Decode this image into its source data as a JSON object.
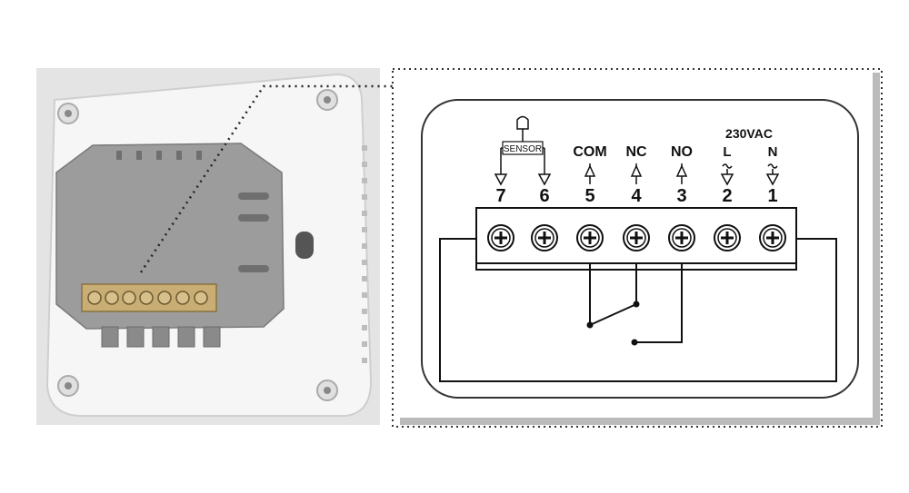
{
  "terminals": [
    {
      "number": "7",
      "label": ""
    },
    {
      "number": "6",
      "label": ""
    },
    {
      "number": "5",
      "label": "COM"
    },
    {
      "number": "4",
      "label": "NC"
    },
    {
      "number": "3",
      "label": "NO"
    },
    {
      "number": "2",
      "label": "L"
    },
    {
      "number": "1",
      "label": "N"
    }
  ],
  "sensor_label": "SENSOR",
  "supply_label": "230VAC",
  "colors": {
    "photo_bg": "#e6e6e6",
    "housing": "#f2f2f2",
    "module": "#9a9a9a",
    "terminal_block": "#c8ad74",
    "line": "#111111"
  }
}
